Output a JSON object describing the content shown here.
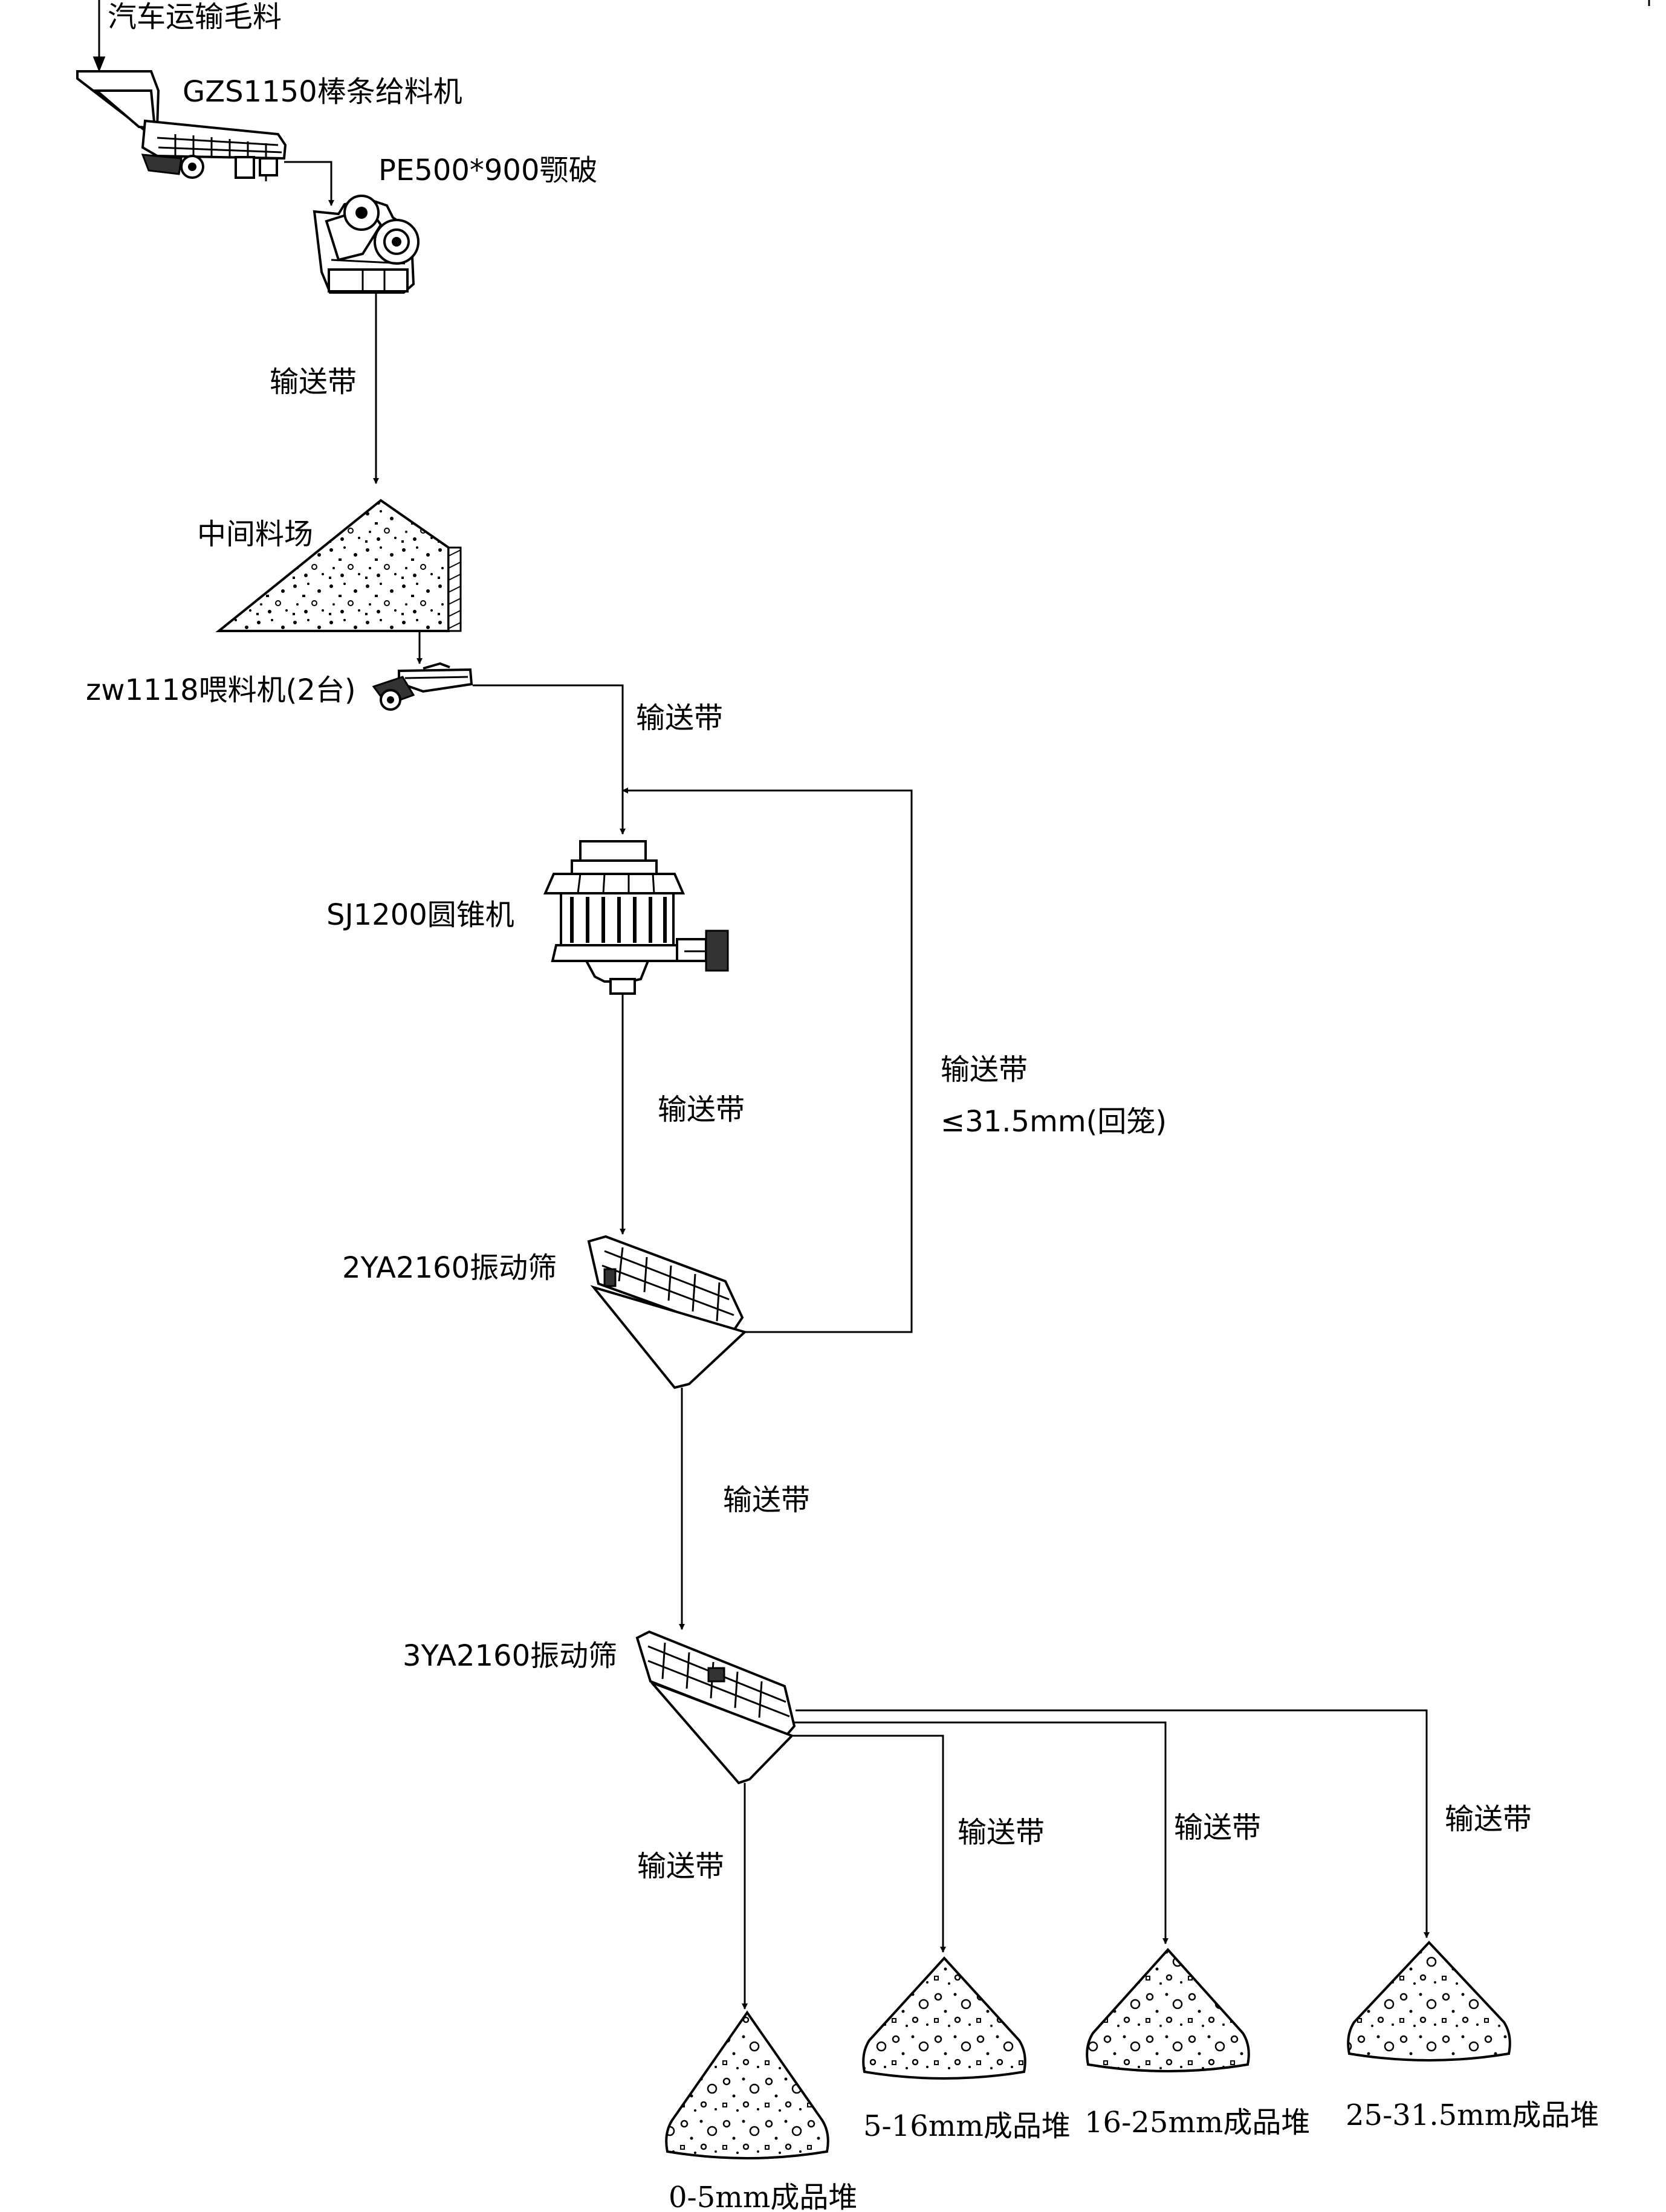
{
  "title": "",
  "labels": {
    "raw_material": "汽车运输毛料",
    "feeder_bar": "GZS1150棒条给料机",
    "jaw_crusher": "PE500*900颚破",
    "conveyor_1": "输送带",
    "intermediate_yard": "中间料场",
    "vibrating_feeder": "zw1118喂料机(2台)",
    "conveyor_2": "输送带",
    "cone_crusher": "SJ1200圆锥机",
    "conveyor_3": "输送带",
    "return_conveyor": "输送带",
    "return_spec": "≤31.5mm(回笼)",
    "screen_2ya": "2YA2160振动筛",
    "conveyor_4": "输送带",
    "screen_3ya": "3YA2160振动筛",
    "conveyor_a": "输送带",
    "conveyor_b": "输送带",
    "conveyor_c": "输送带",
    "conveyor_d": "输送带",
    "pile_a": "0-5mm成品堆",
    "pile_b": "5-16mm成品堆",
    "pile_c": "16-25mm成品堆",
    "pile_d": "25-31.5mm成品堆"
  }
}
